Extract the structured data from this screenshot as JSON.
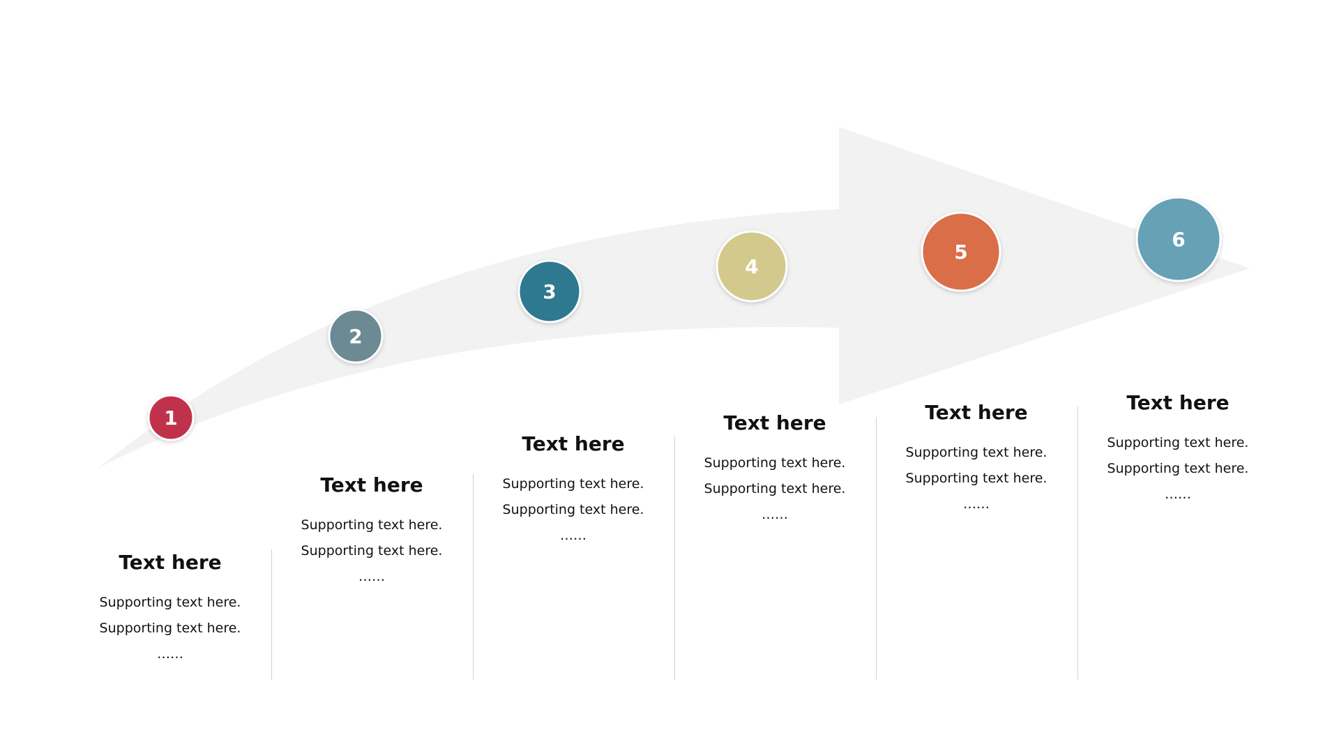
{
  "colors": {
    "arrow_fill": "#f2f2f2",
    "divider": "#d0d0d0",
    "text": "#111111"
  },
  "steps": [
    {
      "number": "1",
      "color": "#c0334b",
      "title": "Text here",
      "line1": "Supporting text here.",
      "line2": "Supporting text here.",
      "ellipsis": "……"
    },
    {
      "number": "2",
      "color": "#6c8a93",
      "title": "Text here",
      "line1": "Supporting text here.",
      "line2": "Supporting text here.",
      "ellipsis": "……"
    },
    {
      "number": "3",
      "color": "#2f7890",
      "title": "Text here",
      "line1": "Supporting text here.",
      "line2": "Supporting text here.",
      "ellipsis": "……"
    },
    {
      "number": "4",
      "color": "#d4c98c",
      "title": "Text here",
      "line1": "Supporting text here.",
      "line2": "Supporting text here.",
      "ellipsis": "……"
    },
    {
      "number": "5",
      "color": "#d96e4a",
      "title": "Text here",
      "line1": "Supporting text here.",
      "line2": "Supporting text here.",
      "ellipsis": "……"
    },
    {
      "number": "6",
      "color": "#66a1b5",
      "title": "Text here",
      "line1": "Supporting text here.",
      "line2": "Supporting text here.",
      "ellipsis": "……"
    }
  ]
}
